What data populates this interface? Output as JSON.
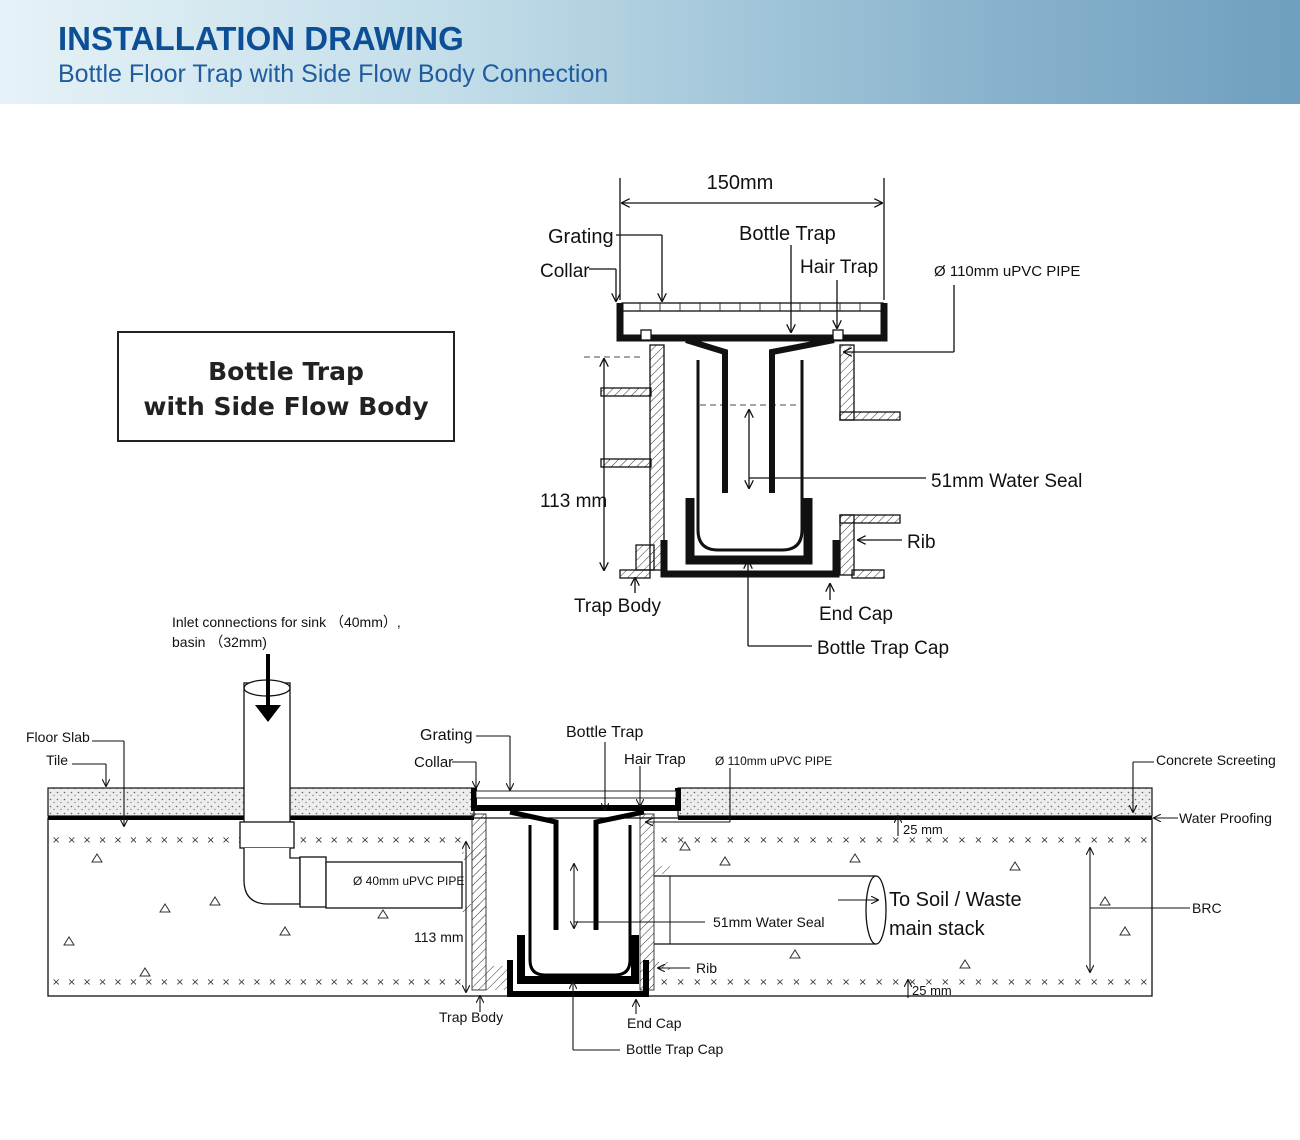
{
  "header": {
    "title": "INSTALLATION DRAWING",
    "subtitle": "Bottle Floor Trap with Side Flow Body Connection"
  },
  "title_box": {
    "line1": "Bottle Trap",
    "line2": "with Side Flow Body"
  },
  "detail": {
    "dim_width": "150mm",
    "grating": "Grating",
    "collar": "Collar",
    "bottle_trap": "Bottle Trap",
    "hair_trap": "Hair Trap",
    "pipe": "Ø 110mm uPVC PIPE",
    "dim_height": "113 mm",
    "water_seal": "51mm Water Seal",
    "rib": "Rib",
    "trap_body": "Trap Body",
    "end_cap": "End Cap",
    "bottle_trap_cap": "Bottle Trap Cap"
  },
  "section": {
    "inlet_line1": "Inlet connections for sink （40mm）,",
    "inlet_line2": "basin （32mm)",
    "floor_slab": "Floor Slab",
    "tile": "Tile",
    "grating": "Grating",
    "collar": "Collar",
    "bottle_trap": "Bottle Trap",
    "hair_trap": "Hair Trap",
    "pipe_110": "Ø 110mm uPVC PIPE",
    "concrete_screeting": "Concrete Screeting",
    "water_proofing": "Water Proofing",
    "dim_25_top": "25 mm",
    "pipe_40": "Ø 40mm uPVC PIPE",
    "dim_113": "113 mm",
    "water_seal": "51mm Water Seal",
    "to_soil_1": "To Soil / Waste",
    "to_soil_2": "main stack",
    "brc": "BRC",
    "rib": "Rib",
    "dim_25_bottom": "25 mm",
    "trap_body": "Trap Body",
    "end_cap": "End Cap",
    "bottle_trap_cap": "Bottle Trap Cap"
  }
}
